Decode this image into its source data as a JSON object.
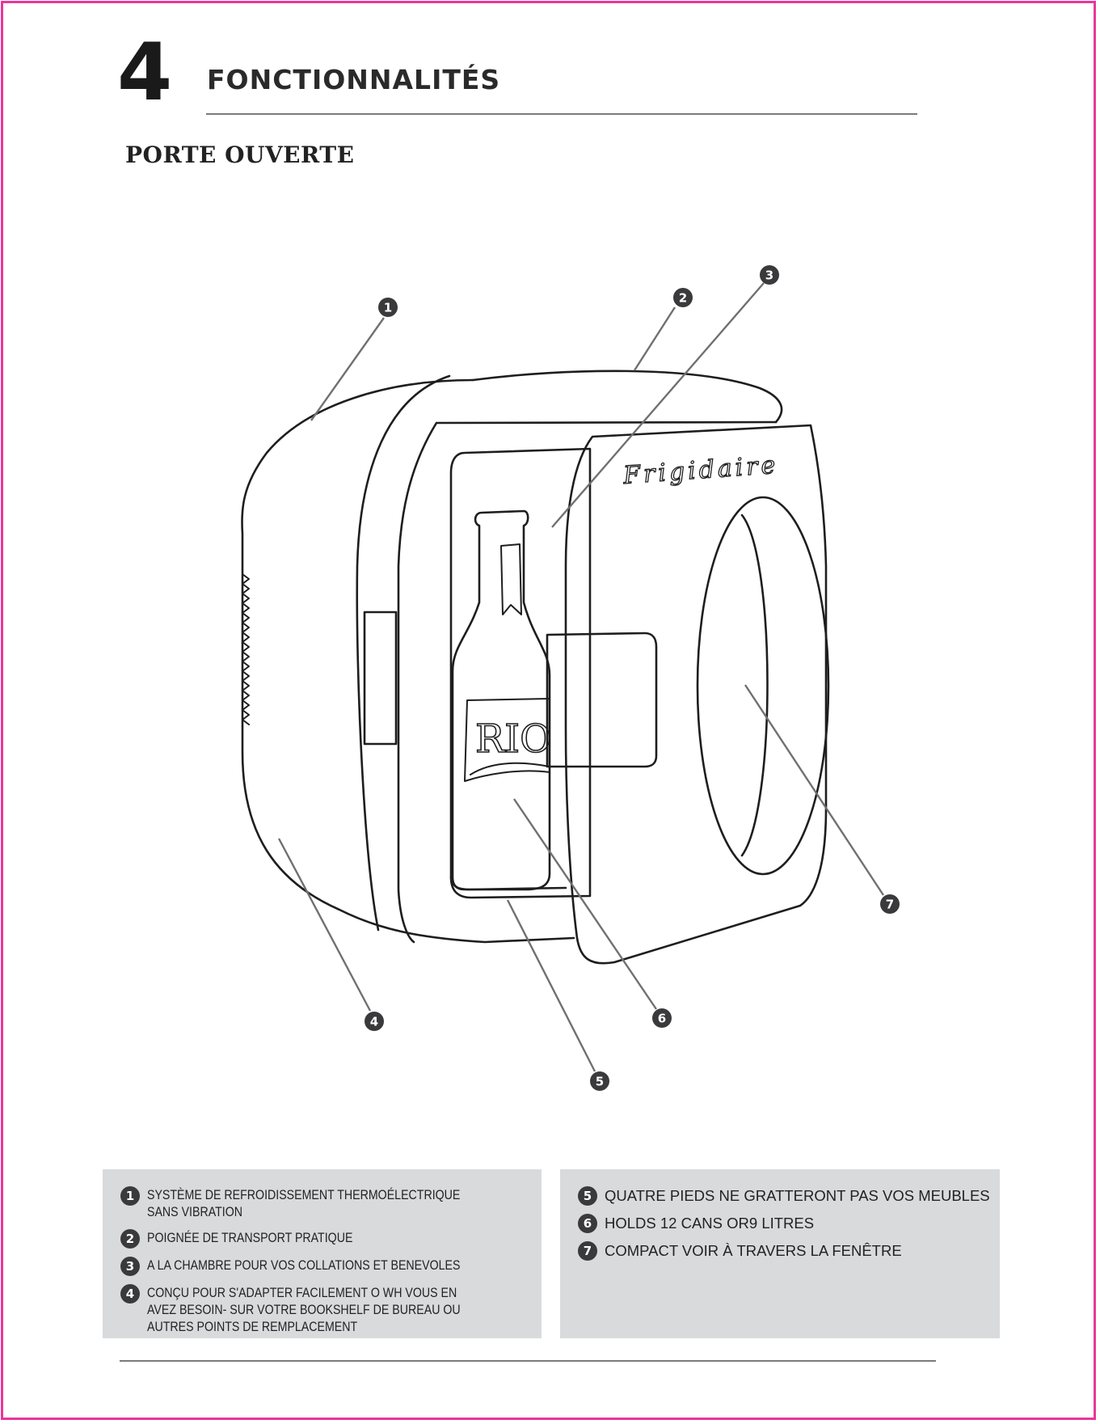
{
  "header": {
    "section_number": "4",
    "title": "FONCTIONNALITÉS",
    "subtitle": "PORTE OUVERTE"
  },
  "illustration": {
    "brand_logo": "Frigidaire",
    "bottle_label": "RIO",
    "callouts": [
      "1",
      "2",
      "3",
      "4",
      "5",
      "6",
      "7"
    ]
  },
  "legend": {
    "left": [
      {
        "num": "1",
        "text": "SYSTÈME DE REFROIDISSEMENT THERMOÉLECTRIQUE SANS VIBRATION"
      },
      {
        "num": "2",
        "text": "POIGNÉE DE TRANSPORT PRATIQUE"
      },
      {
        "num": "3",
        "text": "A LA CHAMBRE POUR VOS COLLATIONS ET BENEVOLES"
      },
      {
        "num": "4",
        "text": "CONÇU POUR S'ADAPTER FACILEMENT O WH VOUS EN\nAVEZ BESOIN- SUR VOTRE BOOKSHELF DE BUREAU OU\nAUTRES POINTS DE REMPLACEMENT"
      }
    ],
    "right": [
      {
        "num": "5",
        "text": "QUATRE PIEDS NE GRATTERONT PAS VOS MEUBLES"
      },
      {
        "num": "6",
        "text": "HOLDS 12 CANS OR9 LITRES"
      },
      {
        "num": "7",
        "text": "COMPACT VOIR À TRAVERS LA FENÊTRE"
      }
    ]
  },
  "colors": {
    "frame": "#e8369a",
    "legend_background": "#d9dadc",
    "badge": "#3a3a3c"
  }
}
